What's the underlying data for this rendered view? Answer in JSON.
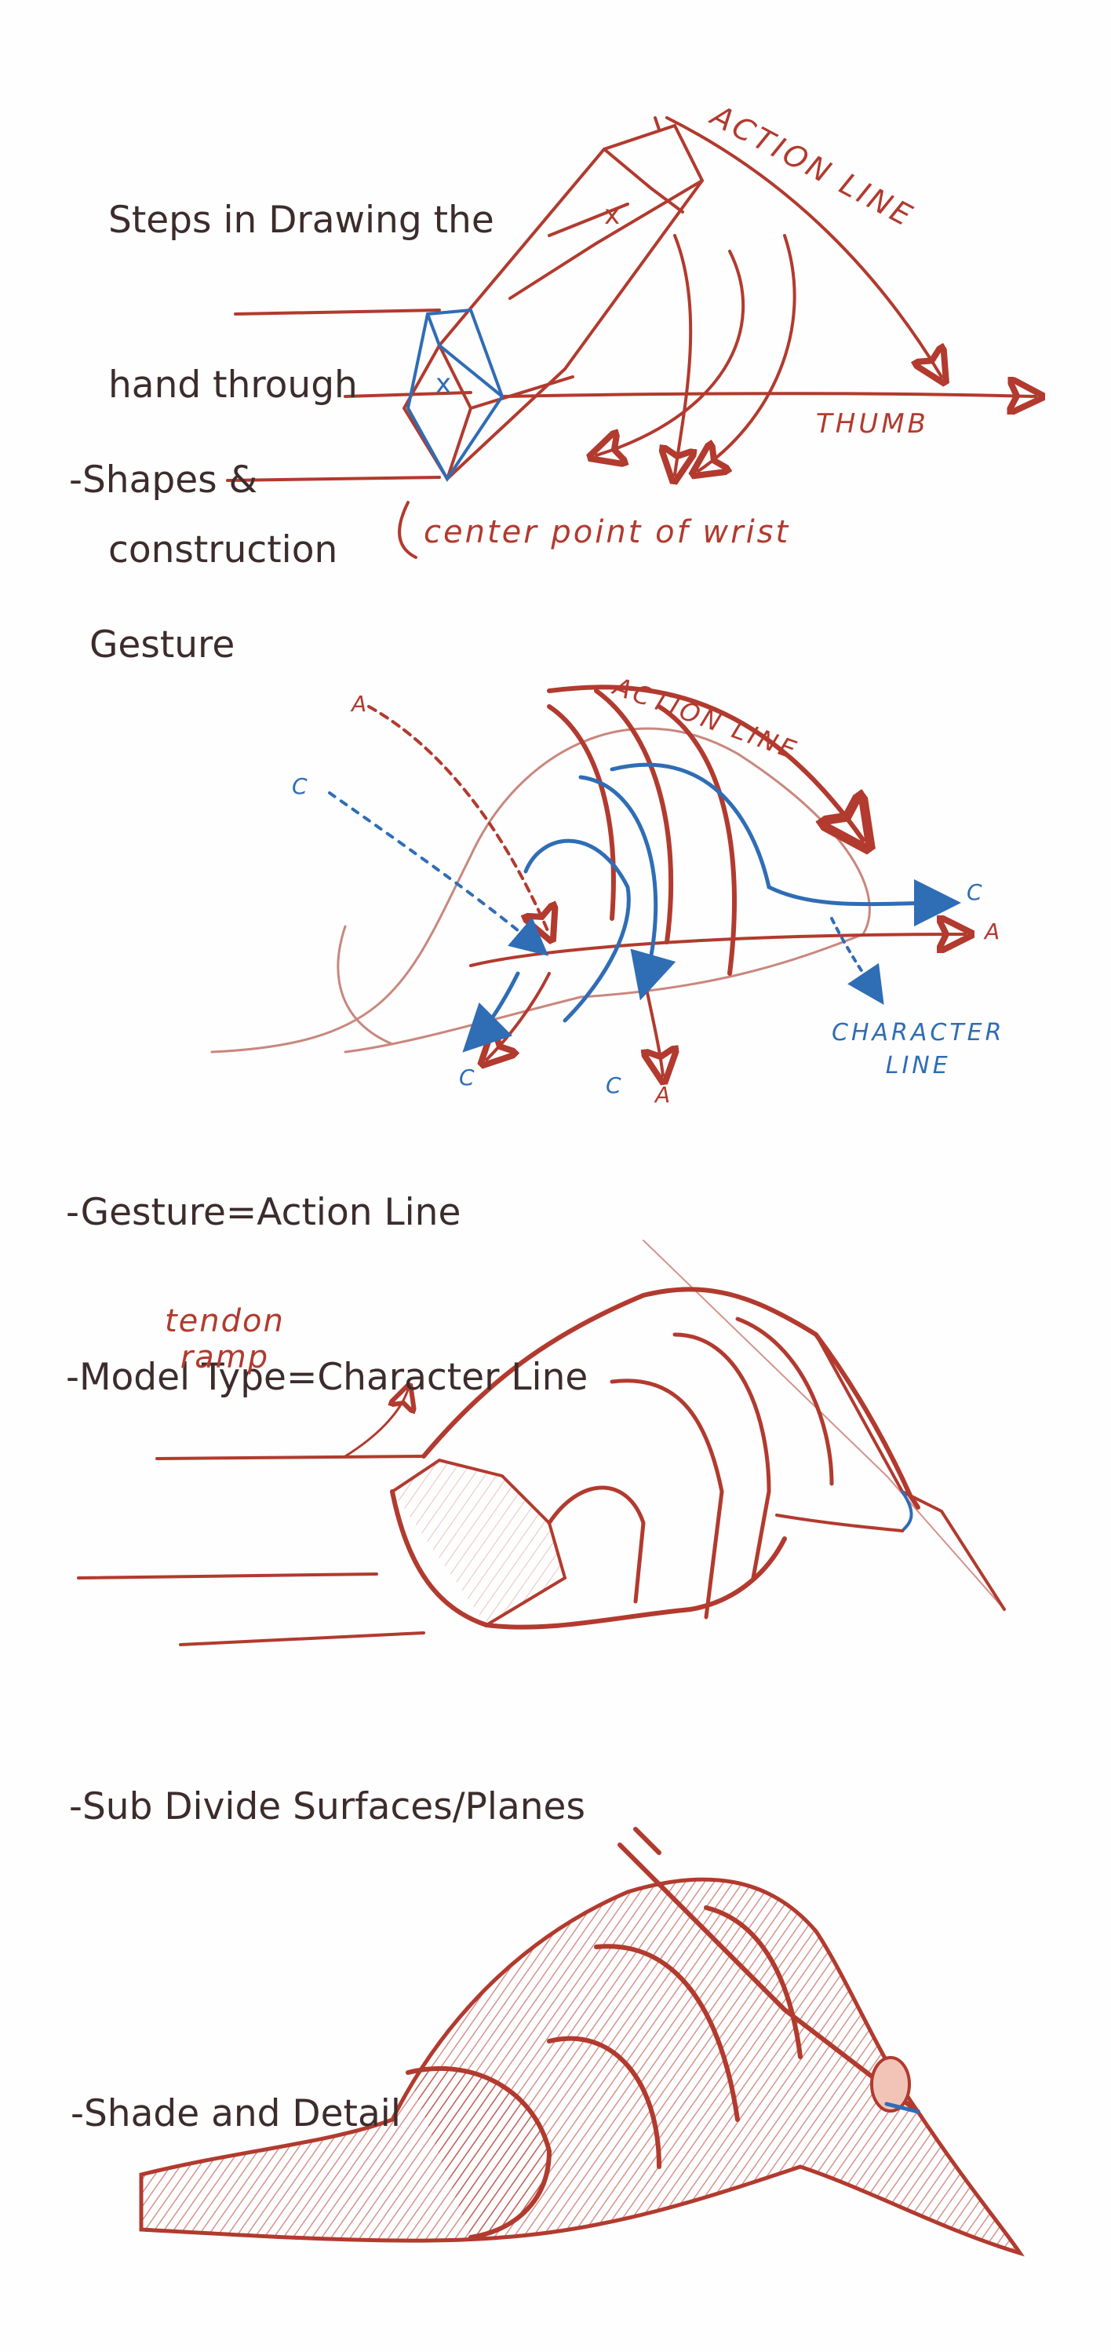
{
  "intro": {
    "title_lines": [
      "Steps in Drawing the",
      "hand through",
      "construction"
    ]
  },
  "steps": [
    {
      "label_lines": [
        "-Shapes &",
        "Gesture"
      ]
    },
    {
      "label_lines": [
        "-Gesture=Action Line",
        "-Model Type=Character Line"
      ]
    },
    {
      "label_lines": [
        "-Sub Divide Surfaces/Planes"
      ]
    },
    {
      "label_lines": [
        "-Shade and Detail"
      ]
    }
  ],
  "annotations": {
    "action_line_1": "ACTION LINE",
    "thumb": "THUMB",
    "center_point": "center point of wrist",
    "action_line_2": "ACTION LINE",
    "character_line": [
      "CHARACTER",
      "LINE"
    ],
    "marker_a": "A",
    "marker_c": "C",
    "tendon_ramp": [
      "tendon",
      "ramp"
    ]
  },
  "colors": {
    "red_pencil": "#b23a2e",
    "blue_pencil": "#2f6db5",
    "typed_text": "#3d2c2c",
    "paper": "#fefefe"
  }
}
